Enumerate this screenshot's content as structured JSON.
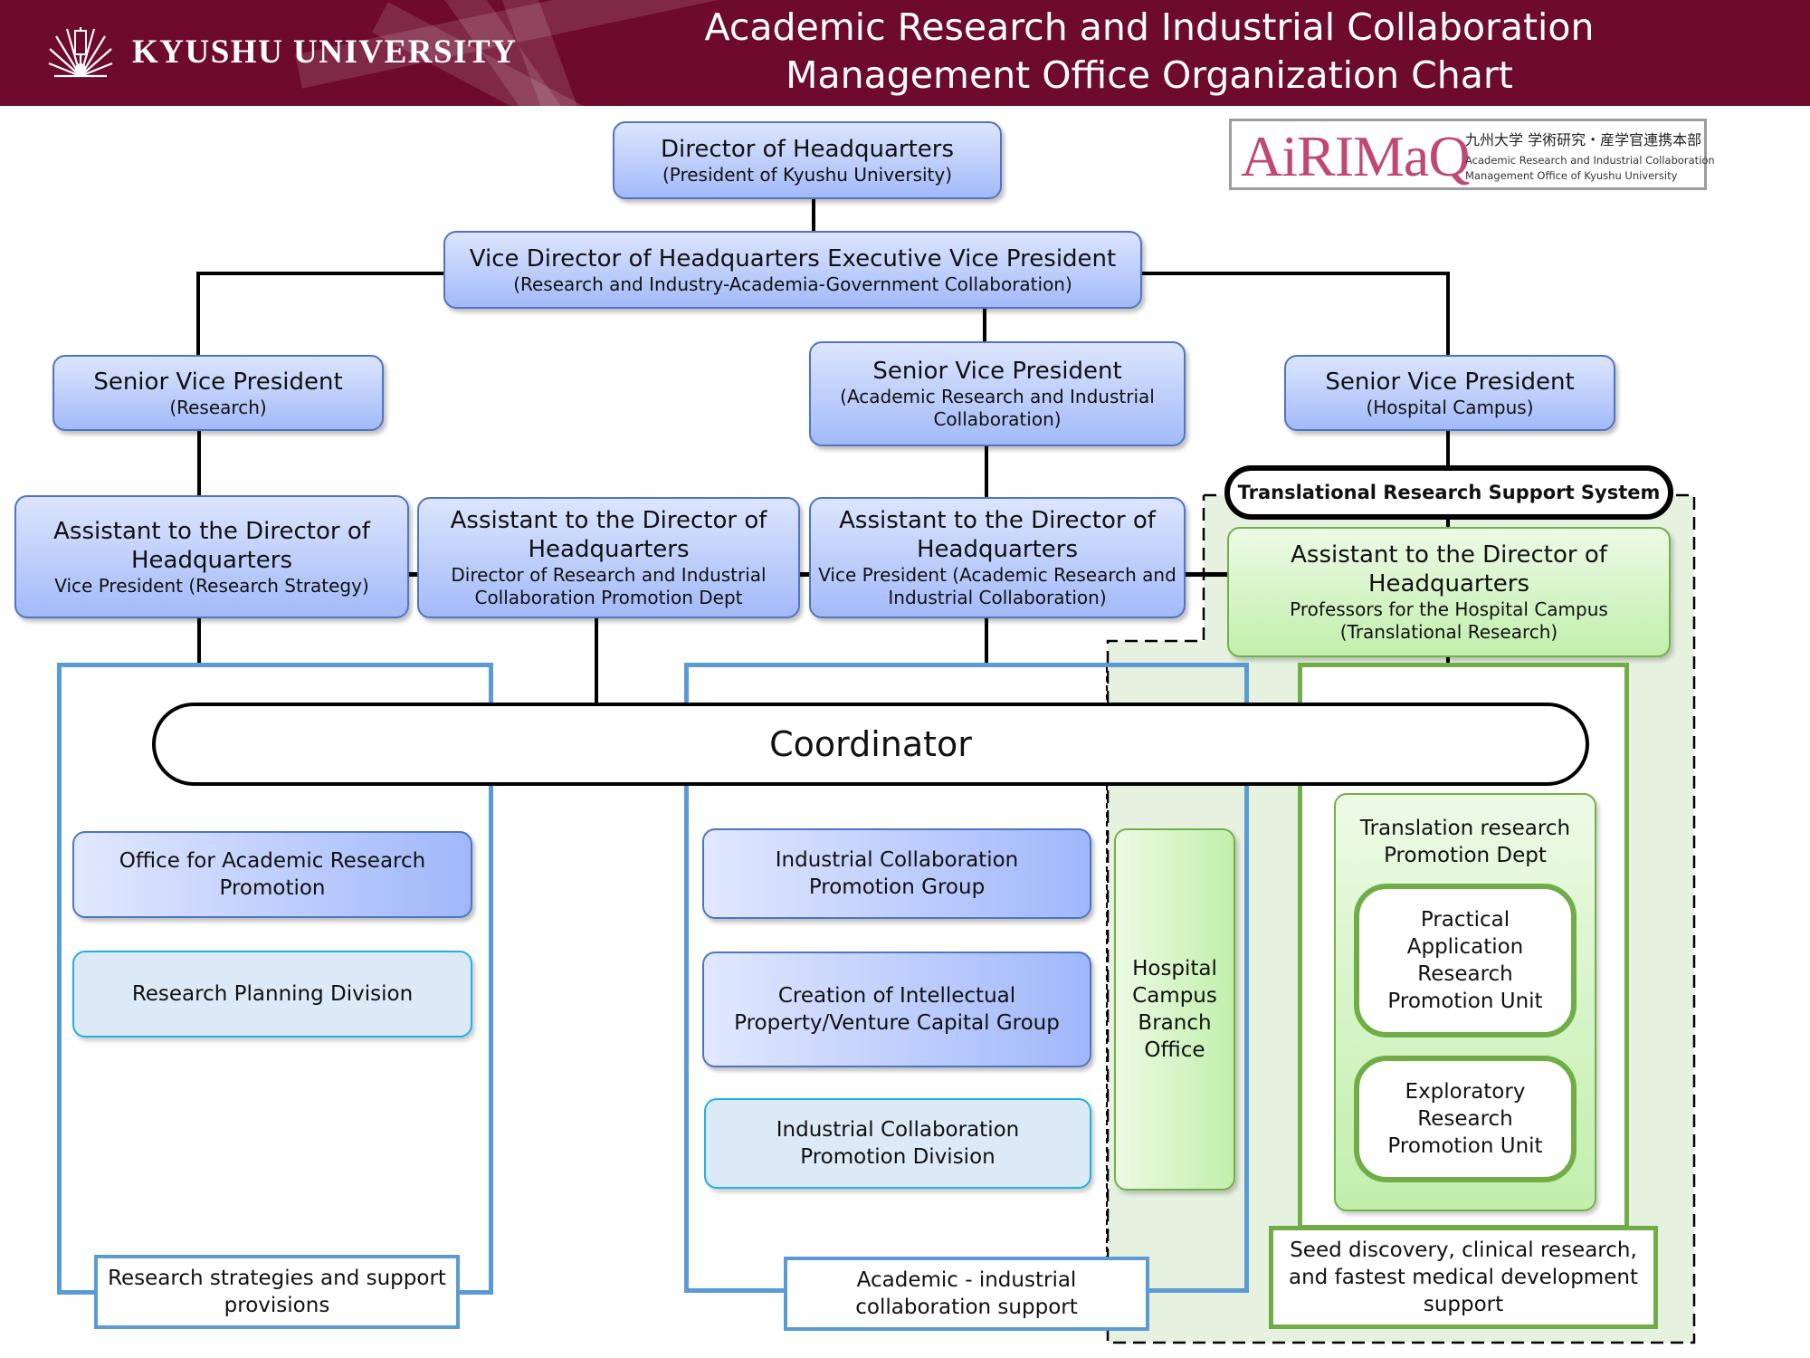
{
  "header": {
    "university": "KYUSHU UNIVERSITY",
    "title_line1": "Academic Research and Industrial Collaboration",
    "title_line2": "Management Office Organization Chart",
    "background_color": "#6e0a2c"
  },
  "logo": {
    "mark": "AiRIMaQ",
    "japanese": "九州大学 学術研究・産学官連携本部",
    "english_line1": "Academic Research and Industrial Collaboration",
    "english_line2": "Management Office of Kyushu University",
    "mark_color": "#c24874"
  },
  "nodes": {
    "director": {
      "title": "Director of Headquarters",
      "sub": "(President of Kyushu University)"
    },
    "vice_director": {
      "title": "Vice Director of Headquarters Executive Vice President",
      "sub": "(Research and Industry-Academia-Government Collaboration)"
    },
    "svp_research": {
      "title": "Senior Vice President",
      "sub": "(Research)"
    },
    "svp_collab": {
      "title": "Senior Vice President",
      "sub_line1": "(Academic Research and Industrial",
      "sub_line2": "Collaboration)"
    },
    "svp_hospital": {
      "title": "Senior Vice President",
      "sub": "(Hospital Campus)"
    },
    "asst_research": {
      "title_line1": "Assistant to the Director of",
      "title_line2": "Headquarters",
      "sub": "Vice President (Research Strategy)"
    },
    "asst_promotion": {
      "title_line1": "Assistant to the Director of",
      "title_line2": "Headquarters",
      "sub_line1": "Director of Research and Industrial",
      "sub_line2": "Collaboration Promotion Dept"
    },
    "asst_collab": {
      "title_line1": "Assistant to the Director of",
      "title_line2": "Headquarters",
      "sub_line1": "Vice President (Academic Research and",
      "sub_line2": "Industrial Collaboration)"
    },
    "asst_hospital": {
      "title_line1": "Assistant to the Director of",
      "title_line2": "Headquarters",
      "sub_line1": "Professors for the Hospital Campus",
      "sub_line2": "(Translational Research)"
    },
    "translational_system": "Translational Research Support System",
    "coordinator": "Coordinator"
  },
  "sections": {
    "research": {
      "units": [
        {
          "line1": "Office for Academic Research",
          "line2": "Promotion"
        },
        {
          "line1": "Research Planning Division",
          "line2": ""
        }
      ],
      "label_line1": "Research strategies and support",
      "label_line2": "provisions"
    },
    "collaboration": {
      "units": [
        {
          "line1": "Industrial Collaboration",
          "line2": "Promotion Group"
        },
        {
          "line1": "Creation of Intellectual",
          "line2": "Property/Venture Capital Group"
        },
        {
          "line1": "Industrial Collaboration",
          "line2": "Promotion Division"
        }
      ],
      "branch_office": [
        "Hospital",
        "Campus",
        "Branch",
        "Office"
      ],
      "label_line1": "Academic - industrial",
      "label_line2": "collaboration support"
    },
    "translational": {
      "dept_line1": "Translation research",
      "dept_line2": "Promotion Dept",
      "unit1": [
        "Practical",
        "Application",
        "Research",
        "Promotion Unit"
      ],
      "unit2": [
        "Exploratory",
        "Research",
        "Promotion Unit"
      ],
      "label_line1": "Seed discovery, clinical research,",
      "label_line2": "and fastest medical development",
      "label_line3": "support"
    }
  },
  "colors": {
    "section_blue": "#5b9bd5",
    "section_green": "#70ad47",
    "box_blue_border": "#4f74c4",
    "box_light_border": "#21b0e6",
    "region_green": "#e6f1e0"
  }
}
